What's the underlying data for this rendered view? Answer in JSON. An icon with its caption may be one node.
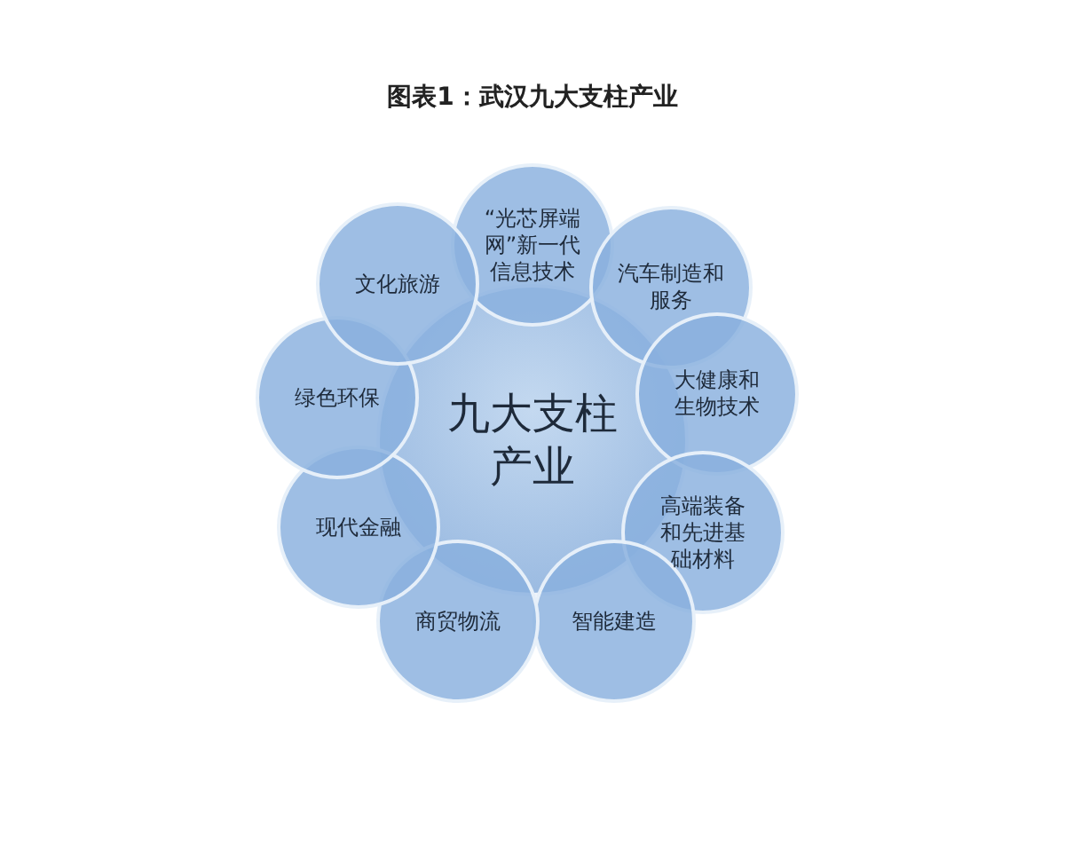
{
  "diagram": {
    "title": "图表1：武汉九大支柱产业",
    "nodes": [
      {
        "text": [
          "九大支柱产业"
        ]
      },
      {
        "text": [
          "“光芯屏端网”新一代信息技术"
        ]
      },
      {
        "text": [
          "汽车制造和服务"
        ]
      },
      {
        "text": [
          "大健康和生物技术"
        ]
      },
      {
        "text": [
          "高端装备和先进基础材料"
        ]
      },
      {
        "text": [
          "智能建造"
        ]
      },
      {
        "text": [
          "商贸物流"
        ]
      },
      {
        "text": [
          "现代金融"
        ]
      },
      {
        "text": [
          "绿色环保"
        ]
      },
      {
        "text": [
          "文化旅游"
        ]
      }
    ]
  }
}
